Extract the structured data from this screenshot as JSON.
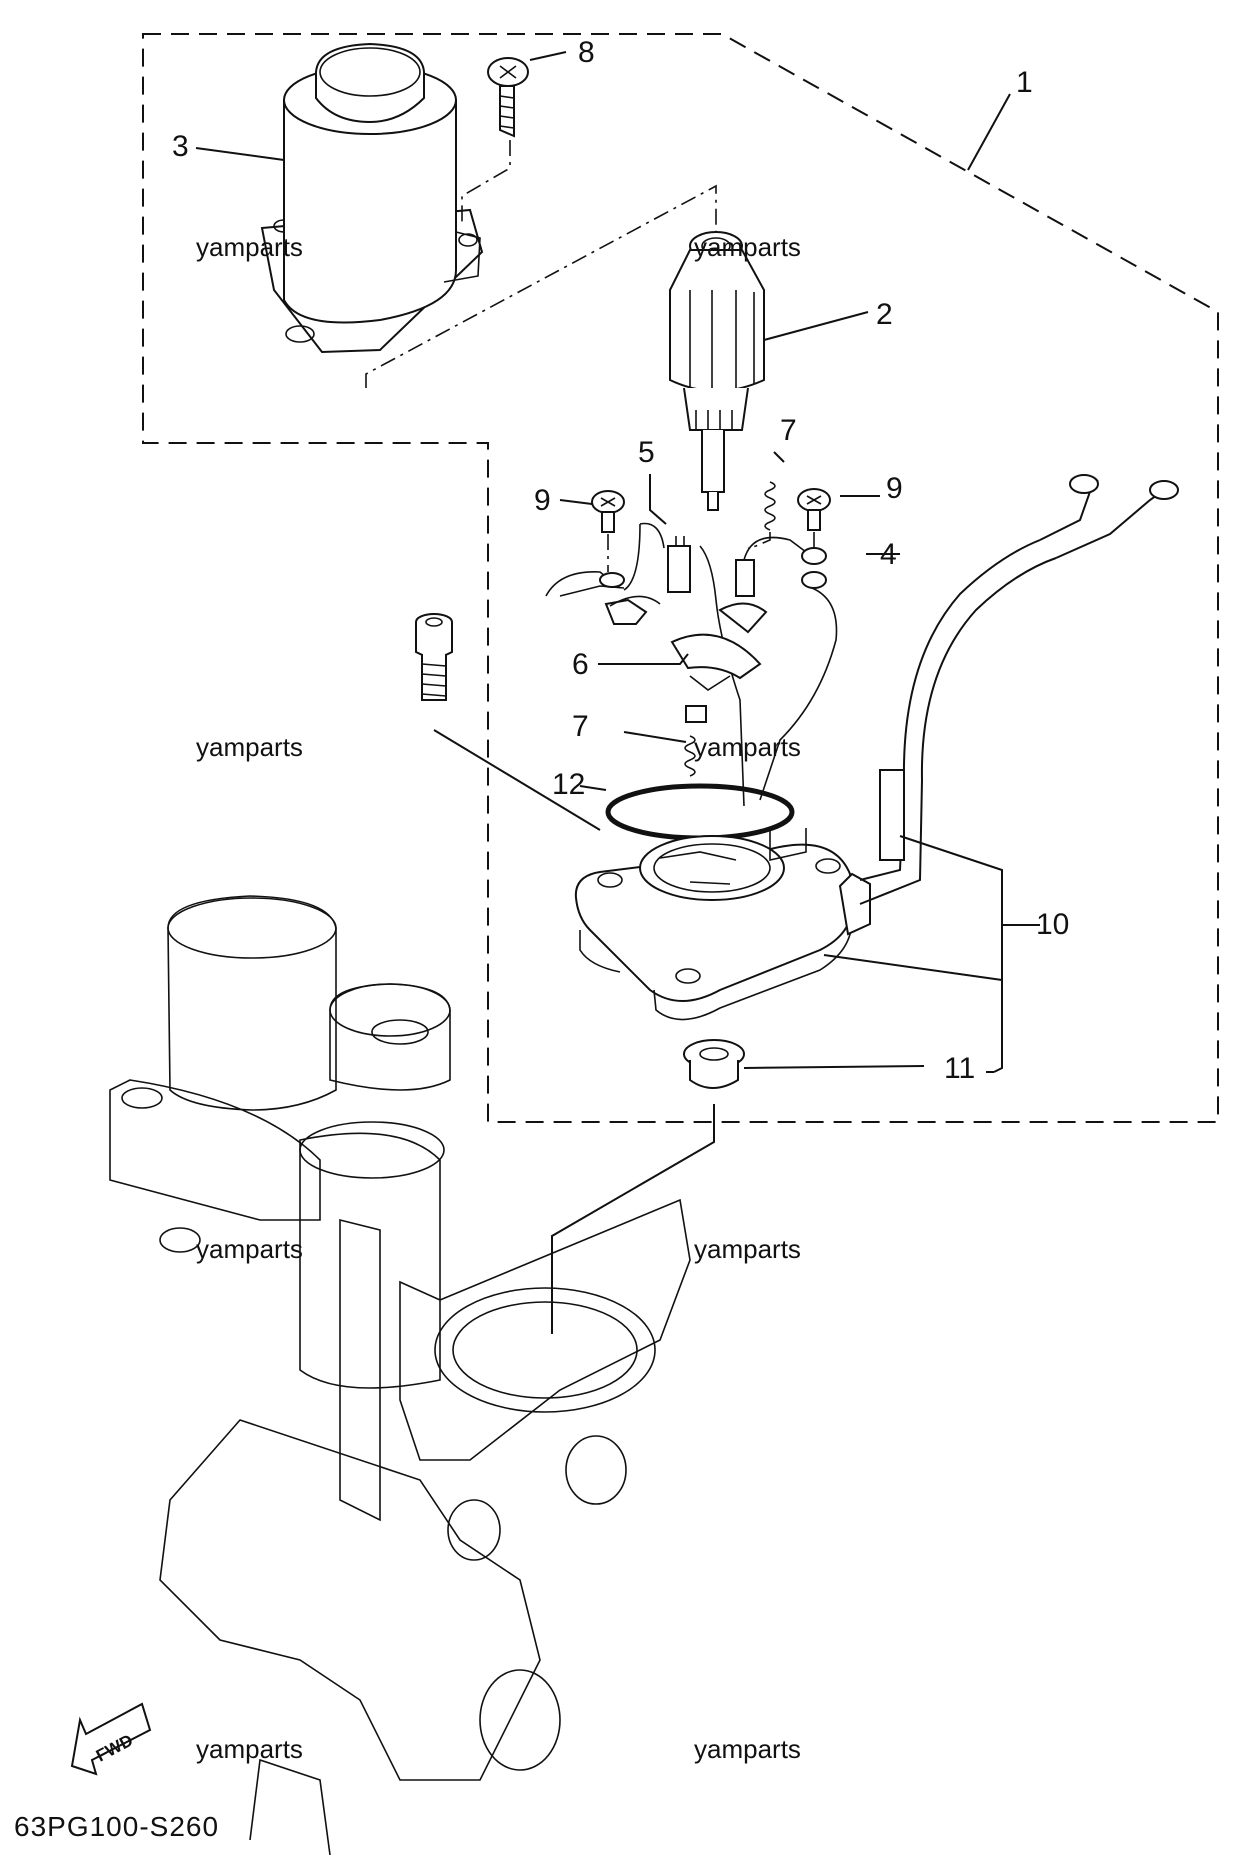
{
  "callouts": {
    "c1": "1",
    "c2": "2",
    "c3": "3",
    "c4": "4",
    "c5": "5",
    "c6": "6",
    "c7a": "7",
    "c7b": "7",
    "c8": "8",
    "c9a": "9",
    "c9b": "9",
    "c10": "10",
    "c11": "11",
    "c12": "12"
  },
  "watermarks": {
    "w1": "yamparts",
    "w2": "yamparts",
    "w3": "yamparts",
    "w4": "yamparts",
    "w5": "yamparts",
    "w6": "yamparts",
    "w7": "yamparts",
    "w8": "yamparts"
  },
  "direction_label": "FWD",
  "drawing_code": "63PG100-S260"
}
